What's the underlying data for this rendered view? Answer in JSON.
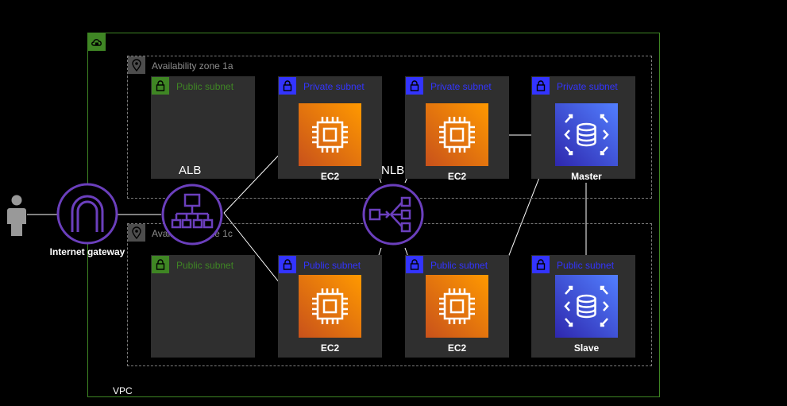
{
  "vpc": {
    "label": "VPC",
    "icon": "cloud-lock-icon"
  },
  "zones": [
    {
      "id": "1a",
      "label": "Availability zone 1a",
      "icon": "location-pin-icon"
    },
    {
      "id": "1c",
      "label": "Availability zone 1c",
      "icon": "location-pin-icon"
    }
  ],
  "subnets": {
    "az1a_public": "Public subnet",
    "az1a_private_1": "Private subnet",
    "az1a_private_2": "Private subnet",
    "az1a_private_3": "Private subnet",
    "az1c_public": "Public subnet",
    "az1c_public_1": "Public subnet",
    "az1c_public_2": "Public subnet",
    "az1c_public_3": "Public subnet"
  },
  "nodes": {
    "ec2_1a_1": "EC2",
    "ec2_1a_2": "EC2",
    "ec2_1c_1": "EC2",
    "ec2_1c_2": "EC2",
    "master": "Master",
    "slave": "Slave",
    "alb": "ALB",
    "nlb": "NLB",
    "igw": "Internet gateway"
  },
  "colors": {
    "vpc_border": "#3f8624",
    "public_subnet": "#3f8624",
    "private_subnet": "#3334ff",
    "network_purple": "#6b3fbd",
    "ec2_orange": "#ff9900",
    "rds_blue": "#3b48cc",
    "az_dashed": "#7a7a7a"
  }
}
